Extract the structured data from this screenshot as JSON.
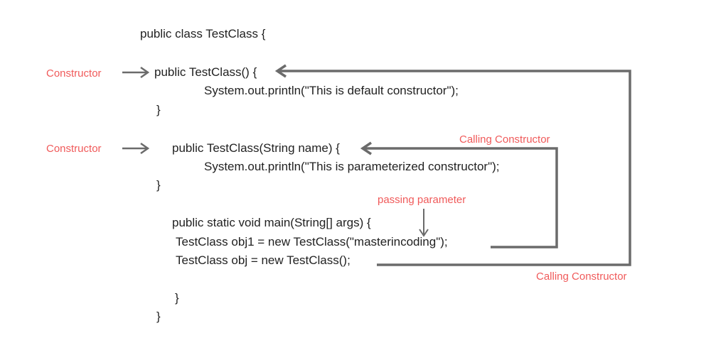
{
  "code_lines": {
    "class_decl": "public class TestClass {",
    "default_ctor_sig": "public TestClass() {",
    "default_ctor_body": "System.out.println(\"This is default constructor\");",
    "default_ctor_close": "}",
    "param_ctor_sig": "public TestClass(String name) {",
    "param_ctor_body": "System.out.println(\"This is parameterized constructor\");",
    "param_ctor_close": "}",
    "main_sig": "public static void main(String[] args) {",
    "obj1_line": "TestClass obj1 = new TestClass(\"masterincoding\");",
    "obj_line": "TestClass obj = new TestClass();",
    "main_close": "}",
    "class_close": "}"
  },
  "annotations": {
    "constructor_label_1": "Constructor",
    "constructor_label_2": "Constructor",
    "calling_constructor_top": "Calling Constructor",
    "passing_parameter": "passing parameter",
    "calling_constructor_bottom": "Calling Constructor"
  },
  "colors": {
    "code_text": "#222222",
    "annotation_text": "#f05a5a",
    "arrow": "#6b6b6b"
  }
}
